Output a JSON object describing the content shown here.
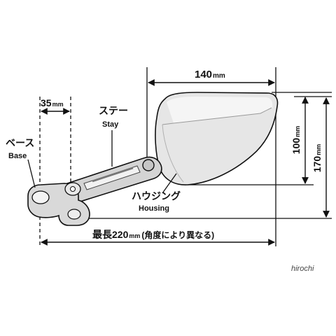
{
  "dimensions": {
    "width_140": {
      "value": "140",
      "unit": "mm"
    },
    "width_35": {
      "value": "35",
      "unit": "mm"
    },
    "height_100": {
      "value": "100",
      "unit": "mm"
    },
    "height_170": {
      "value": "170",
      "unit": "mm"
    },
    "overall": {
      "prefix": "最長",
      "value": "220",
      "unit": "mm",
      "suffix": "(角度により異なる)"
    }
  },
  "labels": {
    "stay": {
      "jp": "ステー",
      "en": "Stay"
    },
    "base": {
      "jp": "ベース",
      "en": "Base"
    },
    "housing": {
      "jp": "ハウジング",
      "en": "Housing"
    }
  },
  "watermark": "hirochi",
  "colors": {
    "line": "#111111",
    "housing_fill": "#e6e6e6",
    "housing_edge": "#cfcfcf",
    "part_fill": "#d4d4d4"
  }
}
